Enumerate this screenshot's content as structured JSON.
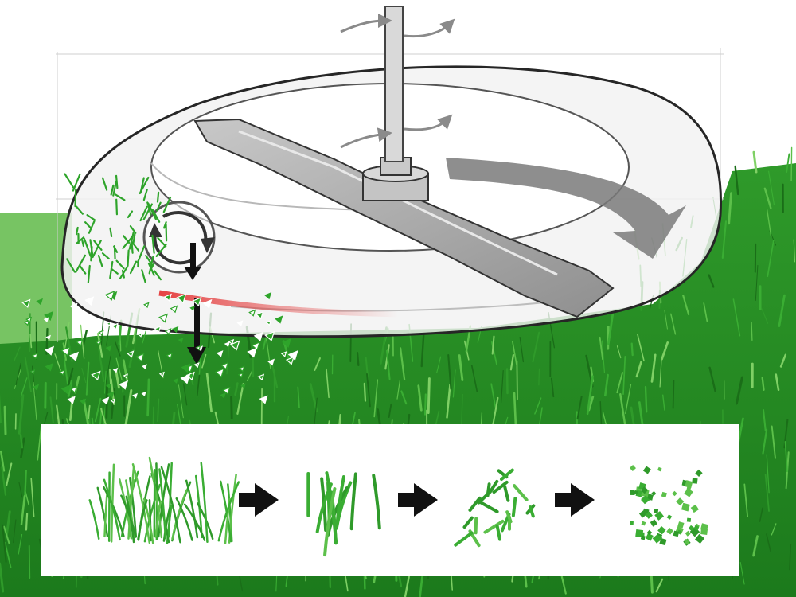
{
  "colors": {
    "lawn_dark": "#1c7a1c",
    "lawn_mid": "#2f9a2a",
    "lawn_light": "#5cc04a",
    "backdrop_green": "#77c463",
    "deck_outline": "#262626",
    "blade_gray": "#8f8f8f",
    "airflow_arrow": "#7a7a7a",
    "cut_zone": "#e33030",
    "stage_arrow": "#111111",
    "clipping_green": "#2ea42a"
  },
  "icons": {
    "spindle_rotation": "circular-arrow-icon",
    "blade_rotation": "circular-arrow-icon",
    "airflow": "curved-arrow-icon",
    "recut_vortex": "cycle-arrow-icon",
    "discharge": "down-arrow-icon",
    "stage_transition": "right-arrow-icon"
  },
  "stages": [
    {
      "name": "whole-grass"
    },
    {
      "name": "cut-blades"
    },
    {
      "name": "chopped-pieces"
    },
    {
      "name": "fine-mulch"
    }
  ]
}
